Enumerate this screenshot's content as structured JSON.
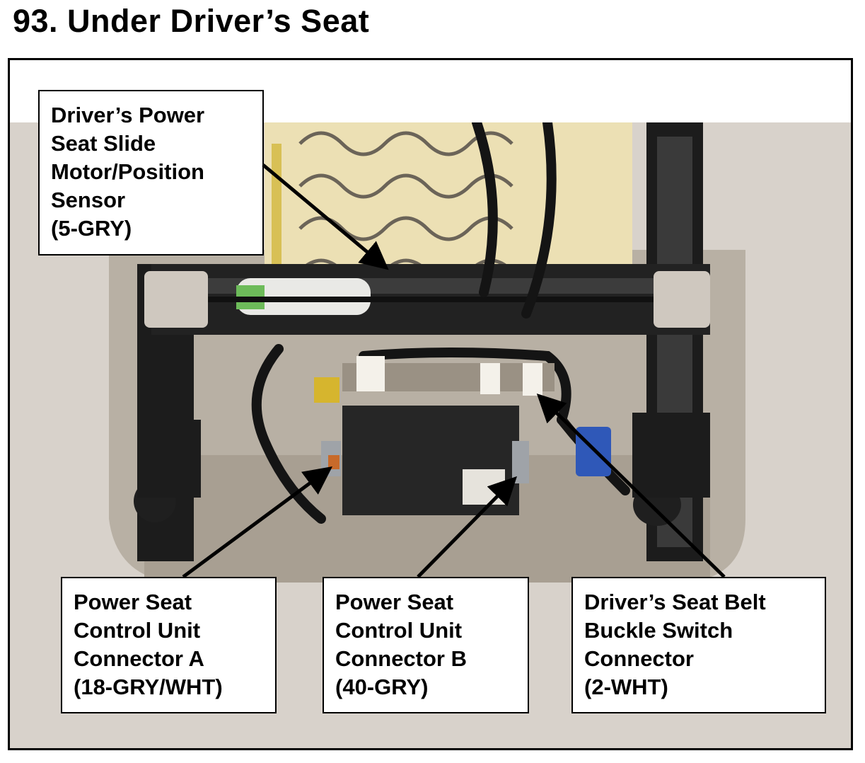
{
  "page": {
    "title": "93.  Under Driver’s Seat"
  },
  "callouts": {
    "slide_motor": {
      "lines": [
        "Driver’s Power",
        "Seat Slide",
        "Motor/Position",
        "Sensor",
        "(5-GRY)"
      ]
    },
    "connector_a": {
      "lines": [
        "Power Seat",
        "Control Unit",
        "Connector A",
        "(18-GRY/WHT)"
      ]
    },
    "connector_b": {
      "lines": [
        "Power Seat",
        "Control Unit",
        "Connector B",
        "(40-GRY)"
      ]
    },
    "belt_buckle": {
      "lines": [
        "Driver’s Seat Belt",
        "Buckle Switch",
        "Connector",
        "(2-WHT)"
      ]
    }
  },
  "colors": {
    "background_wall": "#d8d2cb",
    "seat_pad": "#ece0b4",
    "metal_frame": "#1c1c1c",
    "control_unit": "#262626",
    "connector_gray": "#9fa3a8",
    "connector_white": "#f4f1ea",
    "connector_blue": "#2f58b8",
    "connector_yellow": "#d6b52e"
  }
}
